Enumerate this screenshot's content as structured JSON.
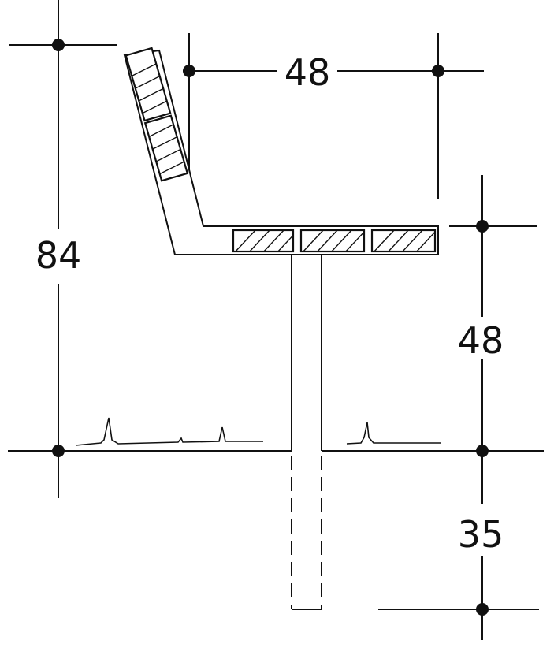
{
  "dimensions": {
    "total_height": "84",
    "seat_depth": "48",
    "seat_height": "48",
    "foundation_depth": "35"
  }
}
